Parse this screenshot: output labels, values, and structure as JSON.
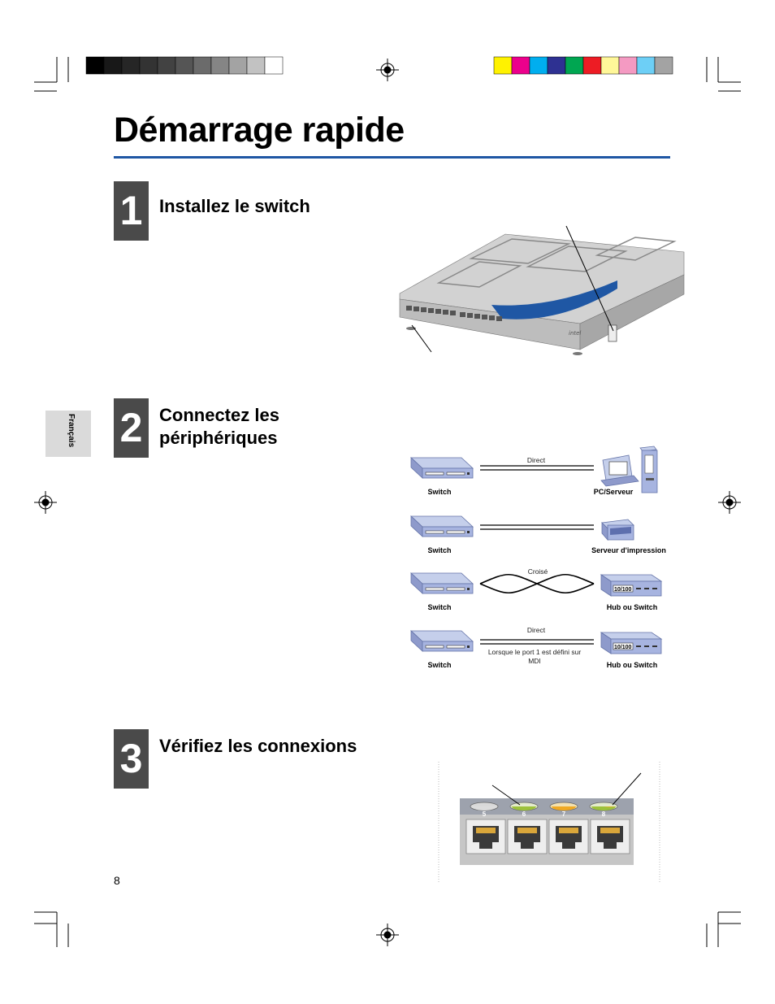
{
  "page": {
    "title": "Démarrage rapide",
    "language_tab": "Français",
    "page_number": "8"
  },
  "steps": [
    {
      "number": "1",
      "title": "Installez le switch"
    },
    {
      "number": "2",
      "title": "Connectez les périphériques"
    },
    {
      "number": "3",
      "title": "Vérifiez les connexions"
    }
  ],
  "diagram": {
    "rows": [
      {
        "left": "Switch",
        "cable_top": "Direct",
        "cable_bottom": "",
        "right": "PC/Serveur"
      },
      {
        "left": "Switch",
        "cable_top": "",
        "cable_bottom": "",
        "right": "Serveur d'impression"
      },
      {
        "left": "Switch",
        "cable_top": "Croisé",
        "cable_bottom": "",
        "right": "Hub ou Switch"
      },
      {
        "left": "Switch",
        "cable_top": "Direct",
        "cable_bottom": "Lorsque le port 1 est défini sur MDI",
        "right": "Hub ou Switch"
      }
    ],
    "hub_port_label": "10/100"
  },
  "ports": {
    "numbers": [
      "5",
      "6",
      "7",
      "8"
    ]
  },
  "color_bars": {
    "gray": [
      "#000000",
      "#181818",
      "#262626",
      "#333333",
      "#424242",
      "#555555",
      "#6b6b6b",
      "#858585",
      "#a3a3a3",
      "#c2c2c2",
      "#ffffff"
    ],
    "color": [
      "#fff200",
      "#ec008c",
      "#00aeef",
      "#2e3192",
      "#00a651",
      "#ed1c24",
      "#fff799",
      "#f49ac2",
      "#6dcff6",
      "#a3a3a3"
    ]
  }
}
